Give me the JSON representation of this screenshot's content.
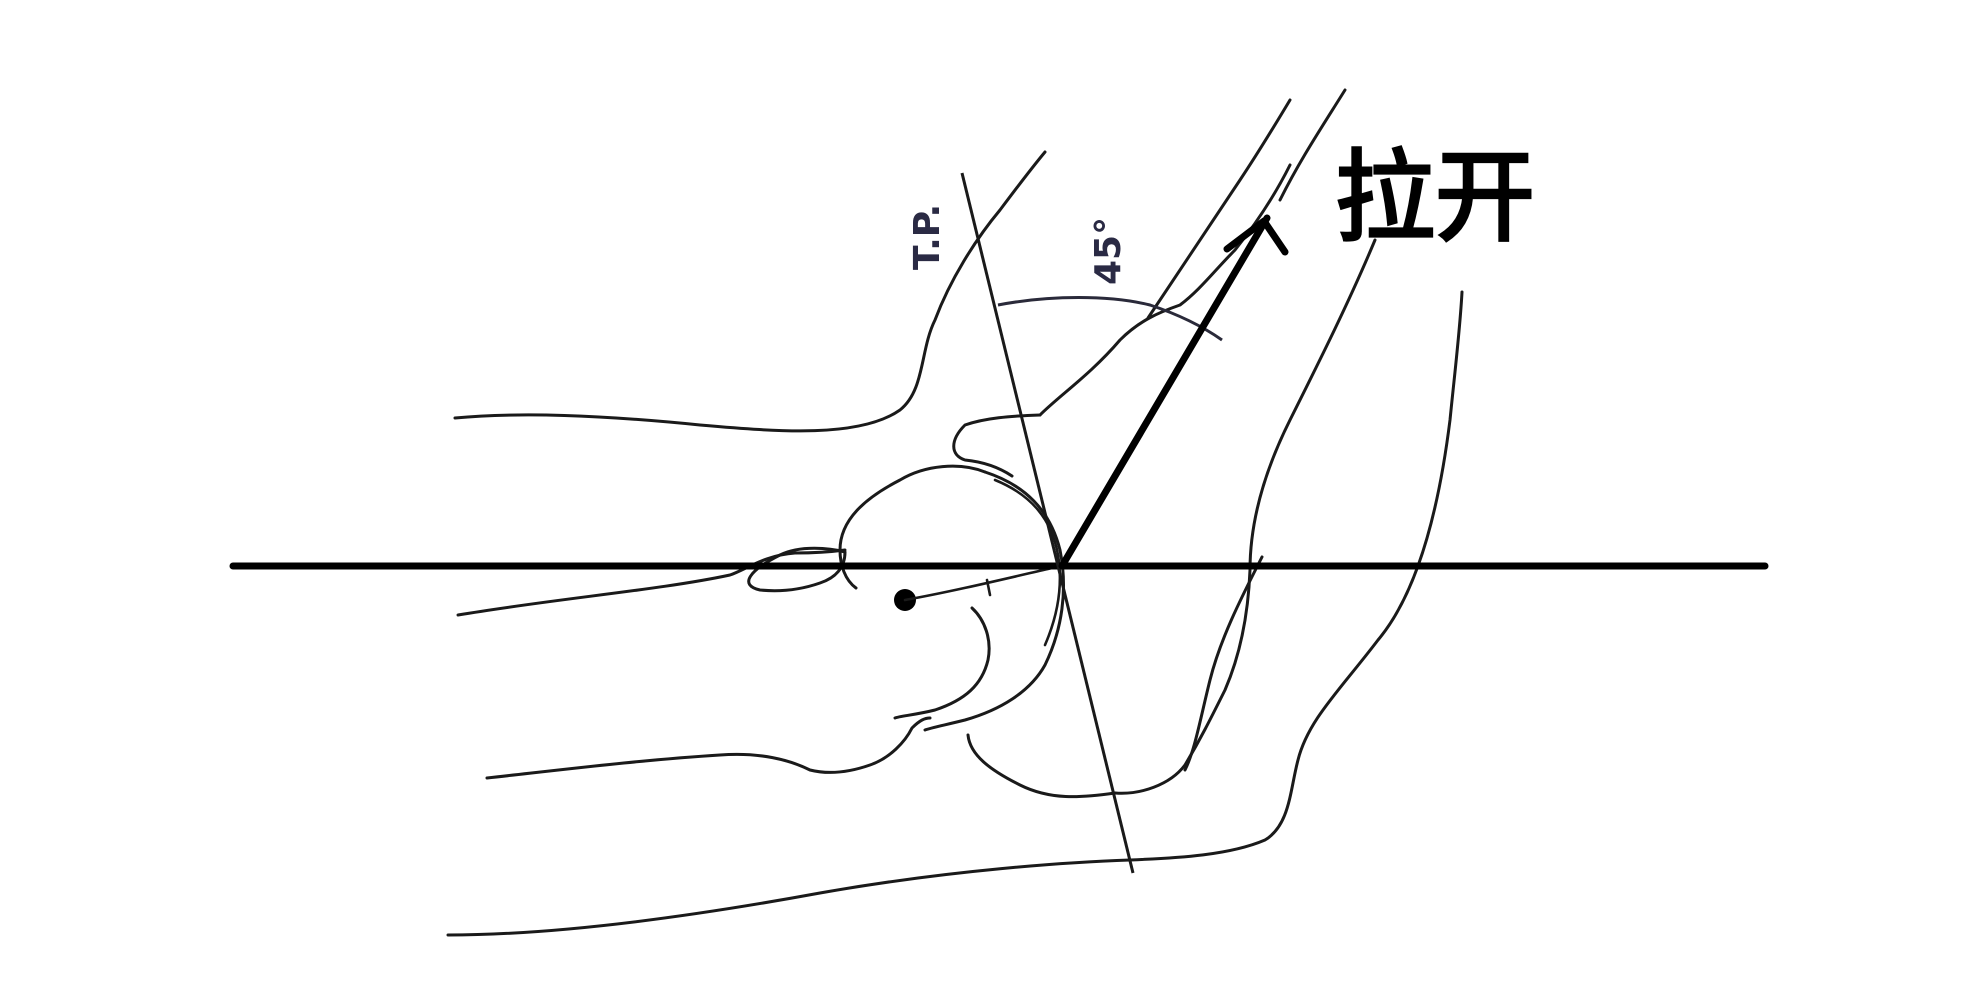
{
  "labels": {
    "tp": "T.P.",
    "angle": "45°",
    "pull": "拉开"
  },
  "colors": {
    "line": "#000000",
    "outline": "#1a1a1a",
    "label": "#2a2a44",
    "background": "#ffffff"
  }
}
